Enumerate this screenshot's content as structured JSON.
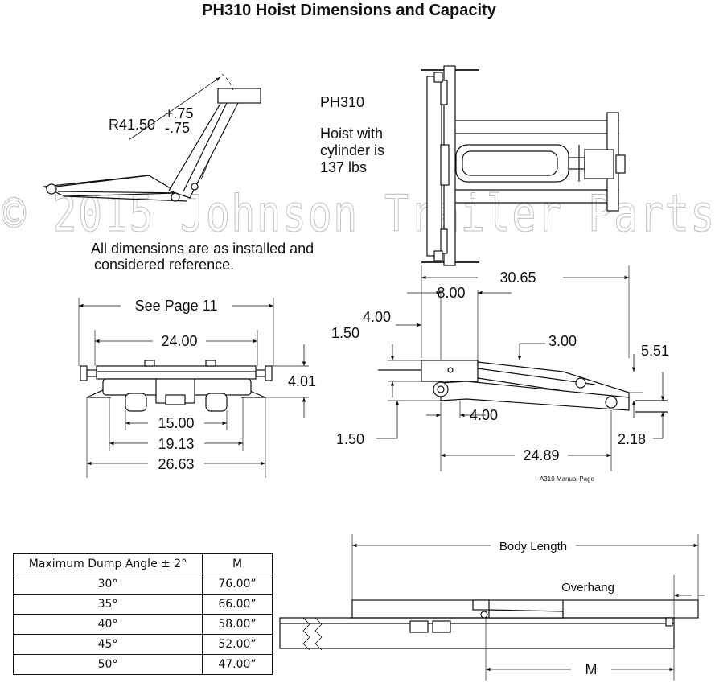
{
  "title": "PH310 Hoist Dimensions and Capacity",
  "watermark": "© 2015 Johnson Trailer Parts",
  "model_note": {
    "model": "PH310",
    "weight_line1": "Hoist with",
    "weight_line2": "cylinder is",
    "weight_line3": "137 lbs"
  },
  "radius": {
    "value": "R41.50",
    "tol_plus": "+.75",
    "tol_minus": "-.75"
  },
  "reference_note_line1": "All dimensions are as installed and",
  "reference_note_line2": "considered reference.",
  "front_view": {
    "see_page": "See Page 11",
    "d_24": "24.00",
    "d_401": "4.01",
    "d_15": "15.00",
    "d_1913": "19.13",
    "d_2663": "26.63"
  },
  "side_view": {
    "d_3065": "30.65",
    "d_800": "8.00",
    "d_400_top": "4.00",
    "d_150_top": "1.50",
    "d_300": "3.00",
    "d_551": "5.51",
    "d_400_bottom": "4.00",
    "d_150_bottom": "1.50",
    "d_218": "2.18",
    "d_2489": "24.89"
  },
  "page_ref": "A310 Manual Page",
  "table": {
    "headers": [
      "Maximum Dump Angle ± 2°",
      "M"
    ],
    "rows": [
      [
        "30°",
        "76.00”"
      ],
      [
        "35°",
        "66.00”"
      ],
      [
        "40°",
        "58.00”"
      ],
      [
        "45°",
        "52.00”"
      ],
      [
        "50°",
        "47.00”"
      ]
    ]
  },
  "body_view": {
    "body_length": "Body Length",
    "overhang": "Overhang",
    "m_label": "M"
  }
}
